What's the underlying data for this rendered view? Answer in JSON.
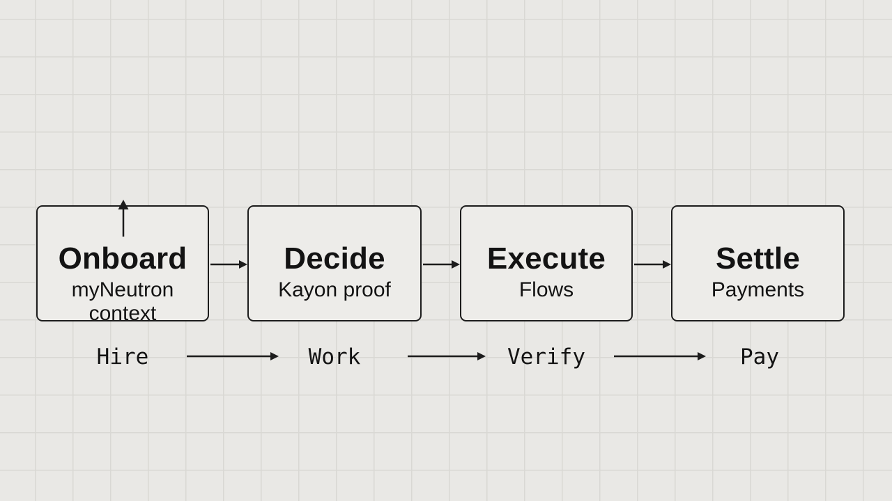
{
  "diagram": {
    "nodes": [
      {
        "title": "Onboard",
        "subtitle": "myNeutron context"
      },
      {
        "title": "Decide",
        "subtitle": "Kayon proof"
      },
      {
        "title": "Execute",
        "subtitle": "Flows"
      },
      {
        "title": "Settle",
        "subtitle": "Payments"
      }
    ],
    "steps": [
      {
        "label": "Hire"
      },
      {
        "label": "Work"
      },
      {
        "label": "Verify"
      },
      {
        "label": "Pay"
      }
    ],
    "colors": {
      "background": "#e9e8e5",
      "grid_line": "#d9d8d4",
      "node_fill": "#edece9",
      "stroke": "#1c1c1c",
      "text": "#131313"
    }
  }
}
